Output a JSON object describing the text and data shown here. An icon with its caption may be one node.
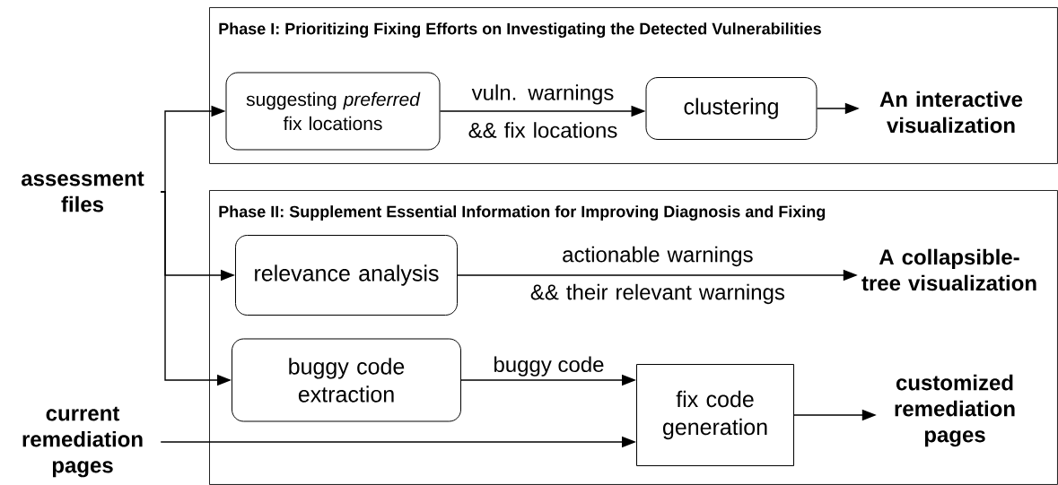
{
  "diagram": {
    "nodes": [
      {
        "text": [
          "Phase I: Prioritizing Fixing Efforts on Investigating the Detected Vulnerabilities"
        ]
      },
      {
        "text": [
          "suggesting *preferred* fix locations"
        ],
        "in": 0
      },
      {
        "text": [
          "clustering"
        ],
        "in": 0
      },
      {
        "text": [
          "An interactive visualization"
        ],
        "in": 0
      },
      {
        "text": [
          "Phase II: Supplement Essential Information for Improving Diagnosis and Fixing"
        ]
      },
      {
        "text": [
          "relevance analysis"
        ],
        "in": 4
      },
      {
        "text": [
          "A collapsible-tree visualization"
        ],
        "in": 4
      },
      {
        "text": [
          "buggy code extraction"
        ],
        "in": 4
      },
      {
        "text": [
          "fix code generation"
        ],
        "in": 4
      },
      {
        "text": [
          "customized remediation pages"
        ],
        "in": 4
      },
      {
        "text": [
          "assessment files"
        ]
      },
      {
        "text": [
          "current remediation pages"
        ]
      }
    ],
    "edges": [
      {
        "from": 10,
        "to": 1,
        "arrow": "to"
      },
      {
        "from": 10,
        "to": 5,
        "arrow": "to"
      },
      {
        "from": 10,
        "to": 7,
        "arrow": "to"
      },
      {
        "from": 1,
        "to": 2,
        "arrow": "to",
        "label": "vuln. warnings && fix locations"
      },
      {
        "from": 2,
        "to": 3,
        "arrow": "to"
      },
      {
        "from": 5,
        "to": 6,
        "arrow": "to",
        "label": "actionable warnings && their relevant warnings"
      },
      {
        "from": 7,
        "to": 8,
        "arrow": "to",
        "label": "buggy code"
      },
      {
        "from": 11,
        "to": 8,
        "arrow": "to"
      },
      {
        "from": 8,
        "to": 9,
        "arrow": "to"
      }
    ]
  }
}
